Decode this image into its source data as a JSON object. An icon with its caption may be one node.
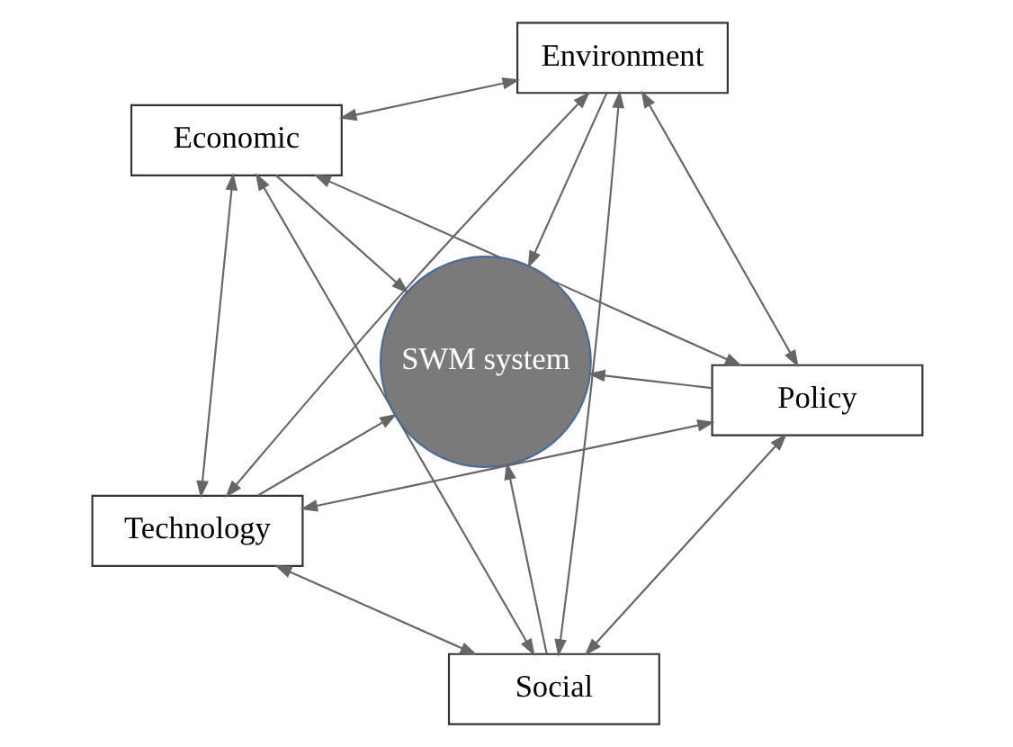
{
  "diagram": {
    "nodes": [
      {
        "text": [
          "Economic"
        ]
      },
      {
        "text": [
          "Policy"
        ]
      },
      {
        "text": [
          "Social"
        ]
      },
      {
        "text": [
          "SWM system"
        ]
      },
      {
        "text": [
          "Environment"
        ]
      },
      {
        "text": [
          "Technology"
        ]
      }
    ],
    "edges": [
      {
        "from": 0,
        "to": 1,
        "arrow": "both"
      },
      {
        "from": 0,
        "to": 2,
        "arrow": "both"
      },
      {
        "from": 0,
        "to": 4,
        "arrow": "both"
      },
      {
        "from": 0,
        "to": 5,
        "arrow": "both"
      },
      {
        "from": 1,
        "to": 2,
        "arrow": "both"
      },
      {
        "from": 1,
        "to": 4,
        "arrow": "both"
      },
      {
        "from": 1,
        "to": 5,
        "arrow": "both"
      },
      {
        "from": 2,
        "to": 4,
        "arrow": "both"
      },
      {
        "from": 2,
        "to": 5,
        "arrow": "both"
      },
      {
        "from": 4,
        "to": 5,
        "arrow": "both"
      },
      {
        "from": 0,
        "to": 3,
        "arrow": "to"
      },
      {
        "from": 1,
        "to": 3,
        "arrow": "to"
      },
      {
        "from": 2,
        "to": 3,
        "arrow": "to"
      },
      {
        "from": 4,
        "to": 3,
        "arrow": "to"
      },
      {
        "from": 5,
        "to": 3,
        "arrow": "to"
      }
    ]
  }
}
